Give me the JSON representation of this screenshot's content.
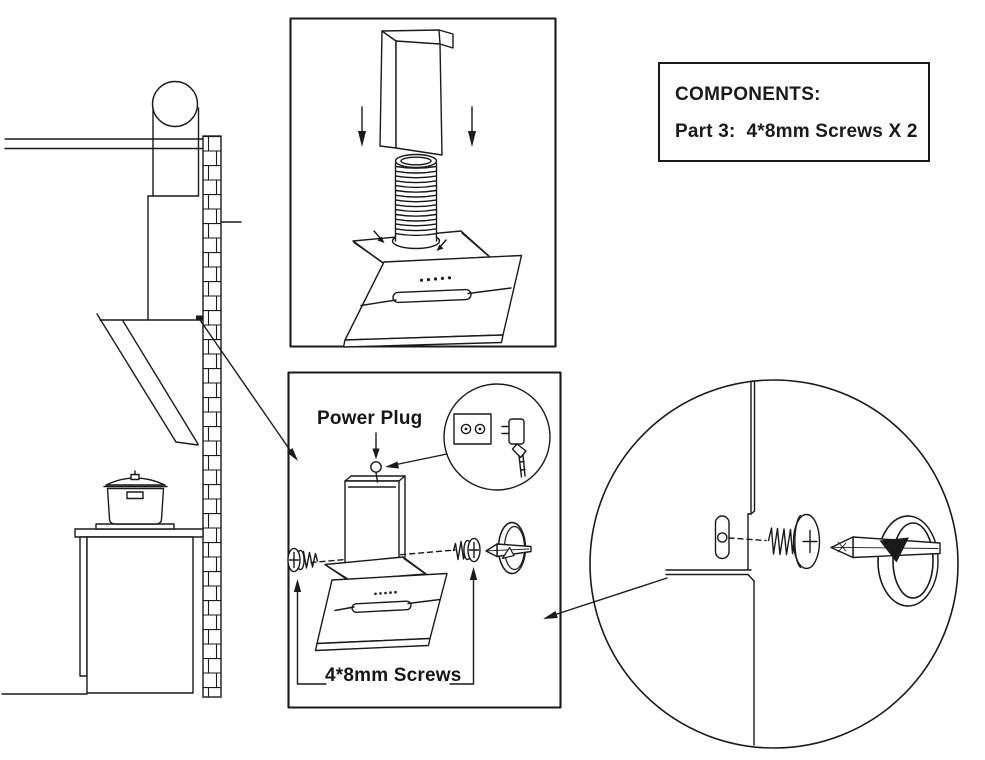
{
  "page": {
    "background": "#ffffff",
    "line_color": "#1a1a1a"
  },
  "components_box": {
    "title": "COMPONENTS:",
    "part_line": "Part 3:  4*8mm Screws X 2"
  },
  "mounting_panel": {
    "power_plug_label": "Power Plug",
    "screws_label": "4*8mm Screws"
  }
}
